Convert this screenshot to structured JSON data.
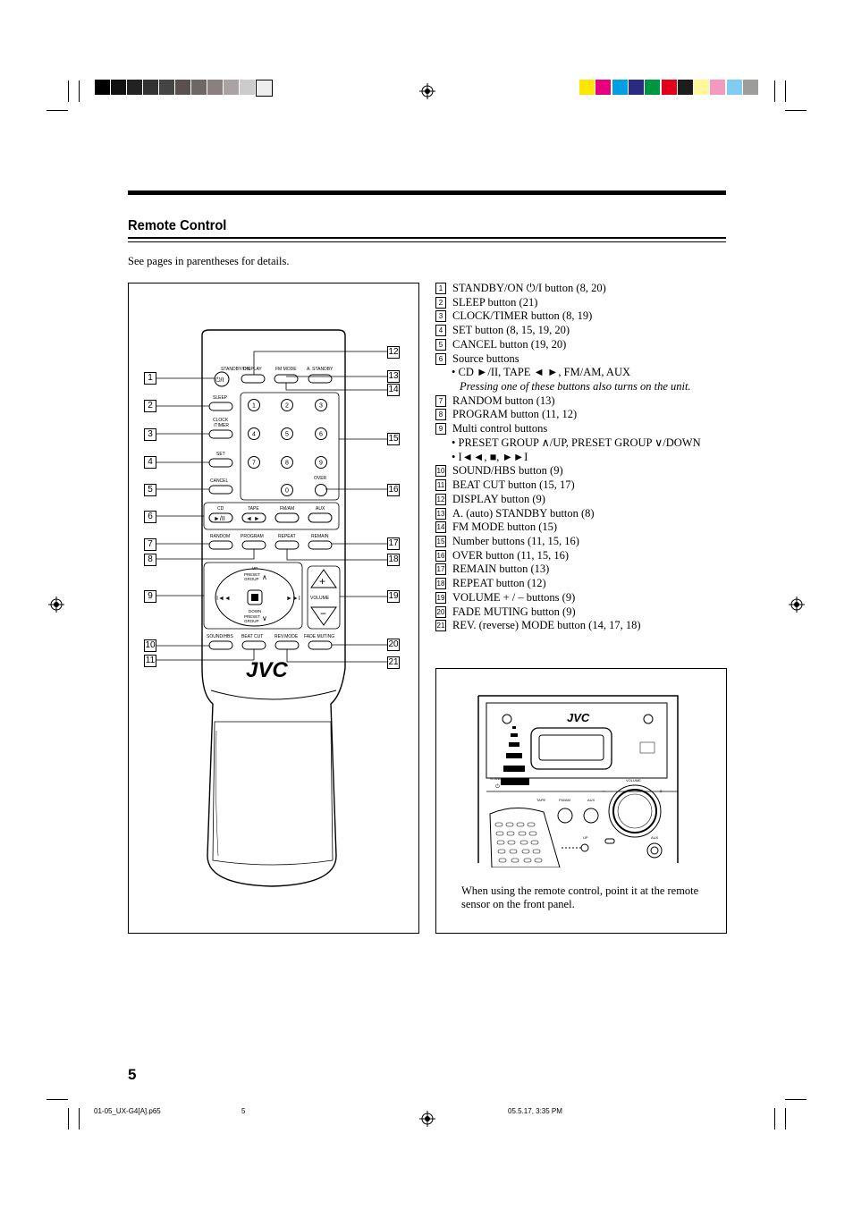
{
  "header": {
    "section_title": "Remote Control",
    "intro": "See pages in parentheses for details."
  },
  "colors": {
    "swatches_left": [
      "#000000",
      "#111111",
      "#222222",
      "#333333",
      "#444444",
      "#5a5050",
      "#6e6767",
      "#8a8080",
      "#aaa3a3",
      "#cccccc",
      "#eeeeee"
    ],
    "swatches_right": [
      "#ffe600",
      "#e6007e",
      "#009fe3",
      "#2b2a83",
      "#00963f",
      "#e3001b",
      "#1d1d1b",
      "#fff799",
      "#f49ac1",
      "#7fcdf2",
      "#9d9d9c"
    ]
  },
  "items": [
    {
      "num": "1",
      "text": "STANDBY/ON ⏻/I button (8, 20)"
    },
    {
      "num": "2",
      "text": "SLEEP button (21)"
    },
    {
      "num": "3",
      "text": "CLOCK/TIMER button (8, 19)"
    },
    {
      "num": "4",
      "text": "SET button (8, 15, 19, 20)"
    },
    {
      "num": "5",
      "text": "CANCEL button (19, 20)"
    },
    {
      "num": "6",
      "text": "Source buttons"
    },
    {
      "num": "7",
      "text": "RANDOM button (13)"
    },
    {
      "num": "8",
      "text": "PROGRAM button (11, 12)"
    },
    {
      "num": "9",
      "text": "Multi control buttons"
    },
    {
      "num": "10",
      "text": "SOUND/HBS button (9)"
    },
    {
      "num": "11",
      "text": "BEAT CUT button (15, 17)"
    },
    {
      "num": "12",
      "text": "DISPLAY button (9)"
    },
    {
      "num": "13",
      "text": "A. (auto) STANDBY button (8)"
    },
    {
      "num": "14",
      "text": "FM MODE button (15)"
    },
    {
      "num": "15",
      "text": "Number buttons (11, 15, 16)"
    },
    {
      "num": "16",
      "text": "OVER button (11, 15, 16)"
    },
    {
      "num": "17",
      "text": "REMAIN button (13)"
    },
    {
      "num": "18",
      "text": "REPEAT button (12)"
    },
    {
      "num": "19",
      "text": "VOLUME + / – buttons (9)"
    },
    {
      "num": "20",
      "text": "FADE MUTING button (9)"
    },
    {
      "num": "21",
      "text": "REV. (reverse) MODE button (14, 17, 18)"
    }
  ],
  "sub": {
    "source_bullet": "• CD ►/II, TAPE ◄ ►, FM/AM, AUX",
    "source_note": "Pressing one of these buttons also turns on the unit.",
    "multi_bullet1": "•  PRESET GROUP ∧/UP, PRESET GROUP ∨/DOWN",
    "multi_bullet2": "•  I◄◄, ■, ►►I"
  },
  "remote": {
    "labels": {
      "standby": "STANDBY/ON",
      "display": "DISPLAY",
      "fm_mode": "FM MODE",
      "a_standby": "A. STANDBY",
      "sleep": "SLEEP",
      "clock1": "CLOCK",
      "clock2": "/TIMER",
      "set": "SET",
      "cancel": "CANCEL",
      "over": "OVER",
      "cd": "CD",
      "tape": "TAPE",
      "fmam": "FM/AM",
      "aux": "AUX",
      "random": "RANDOM",
      "program": "PROGRAM",
      "repeat": "REPEAT",
      "remain": "REMAIN",
      "up": "UP",
      "preset1": "PRESET",
      "group": "GROUP",
      "down": "DOWN",
      "volume": "VOLUME",
      "sound": "SOUND/HBS",
      "beat": "BEAT CUT",
      "rev": "REV.MODE",
      "fade": "FADE MUTING",
      "brand": "JVC"
    },
    "digits": [
      "1",
      "2",
      "3",
      "4",
      "5",
      "6",
      "7",
      "8",
      "9",
      "0"
    ],
    "callouts": [
      "1",
      "2",
      "3",
      "4",
      "5",
      "6",
      "7",
      "8",
      "9",
      "10",
      "11",
      "12",
      "13",
      "14",
      "15",
      "16",
      "17",
      "18",
      "19",
      "20",
      "21"
    ]
  },
  "unit_illustration": {
    "brand": "JVC",
    "standby": "STANDBY",
    "tape": "TAPE",
    "fmam": "FM/AM",
    "aux": "AUX",
    "volume": "VOLUME",
    "up": "UP",
    "aux2": "AUX",
    "caption": "When using the remote control, point it at the remote sensor on the front panel."
  },
  "page_number": "5",
  "footer": {
    "file": "01-05_UX-G4[A].p65",
    "page": "5",
    "date": "05.5.17, 3:35 PM"
  }
}
